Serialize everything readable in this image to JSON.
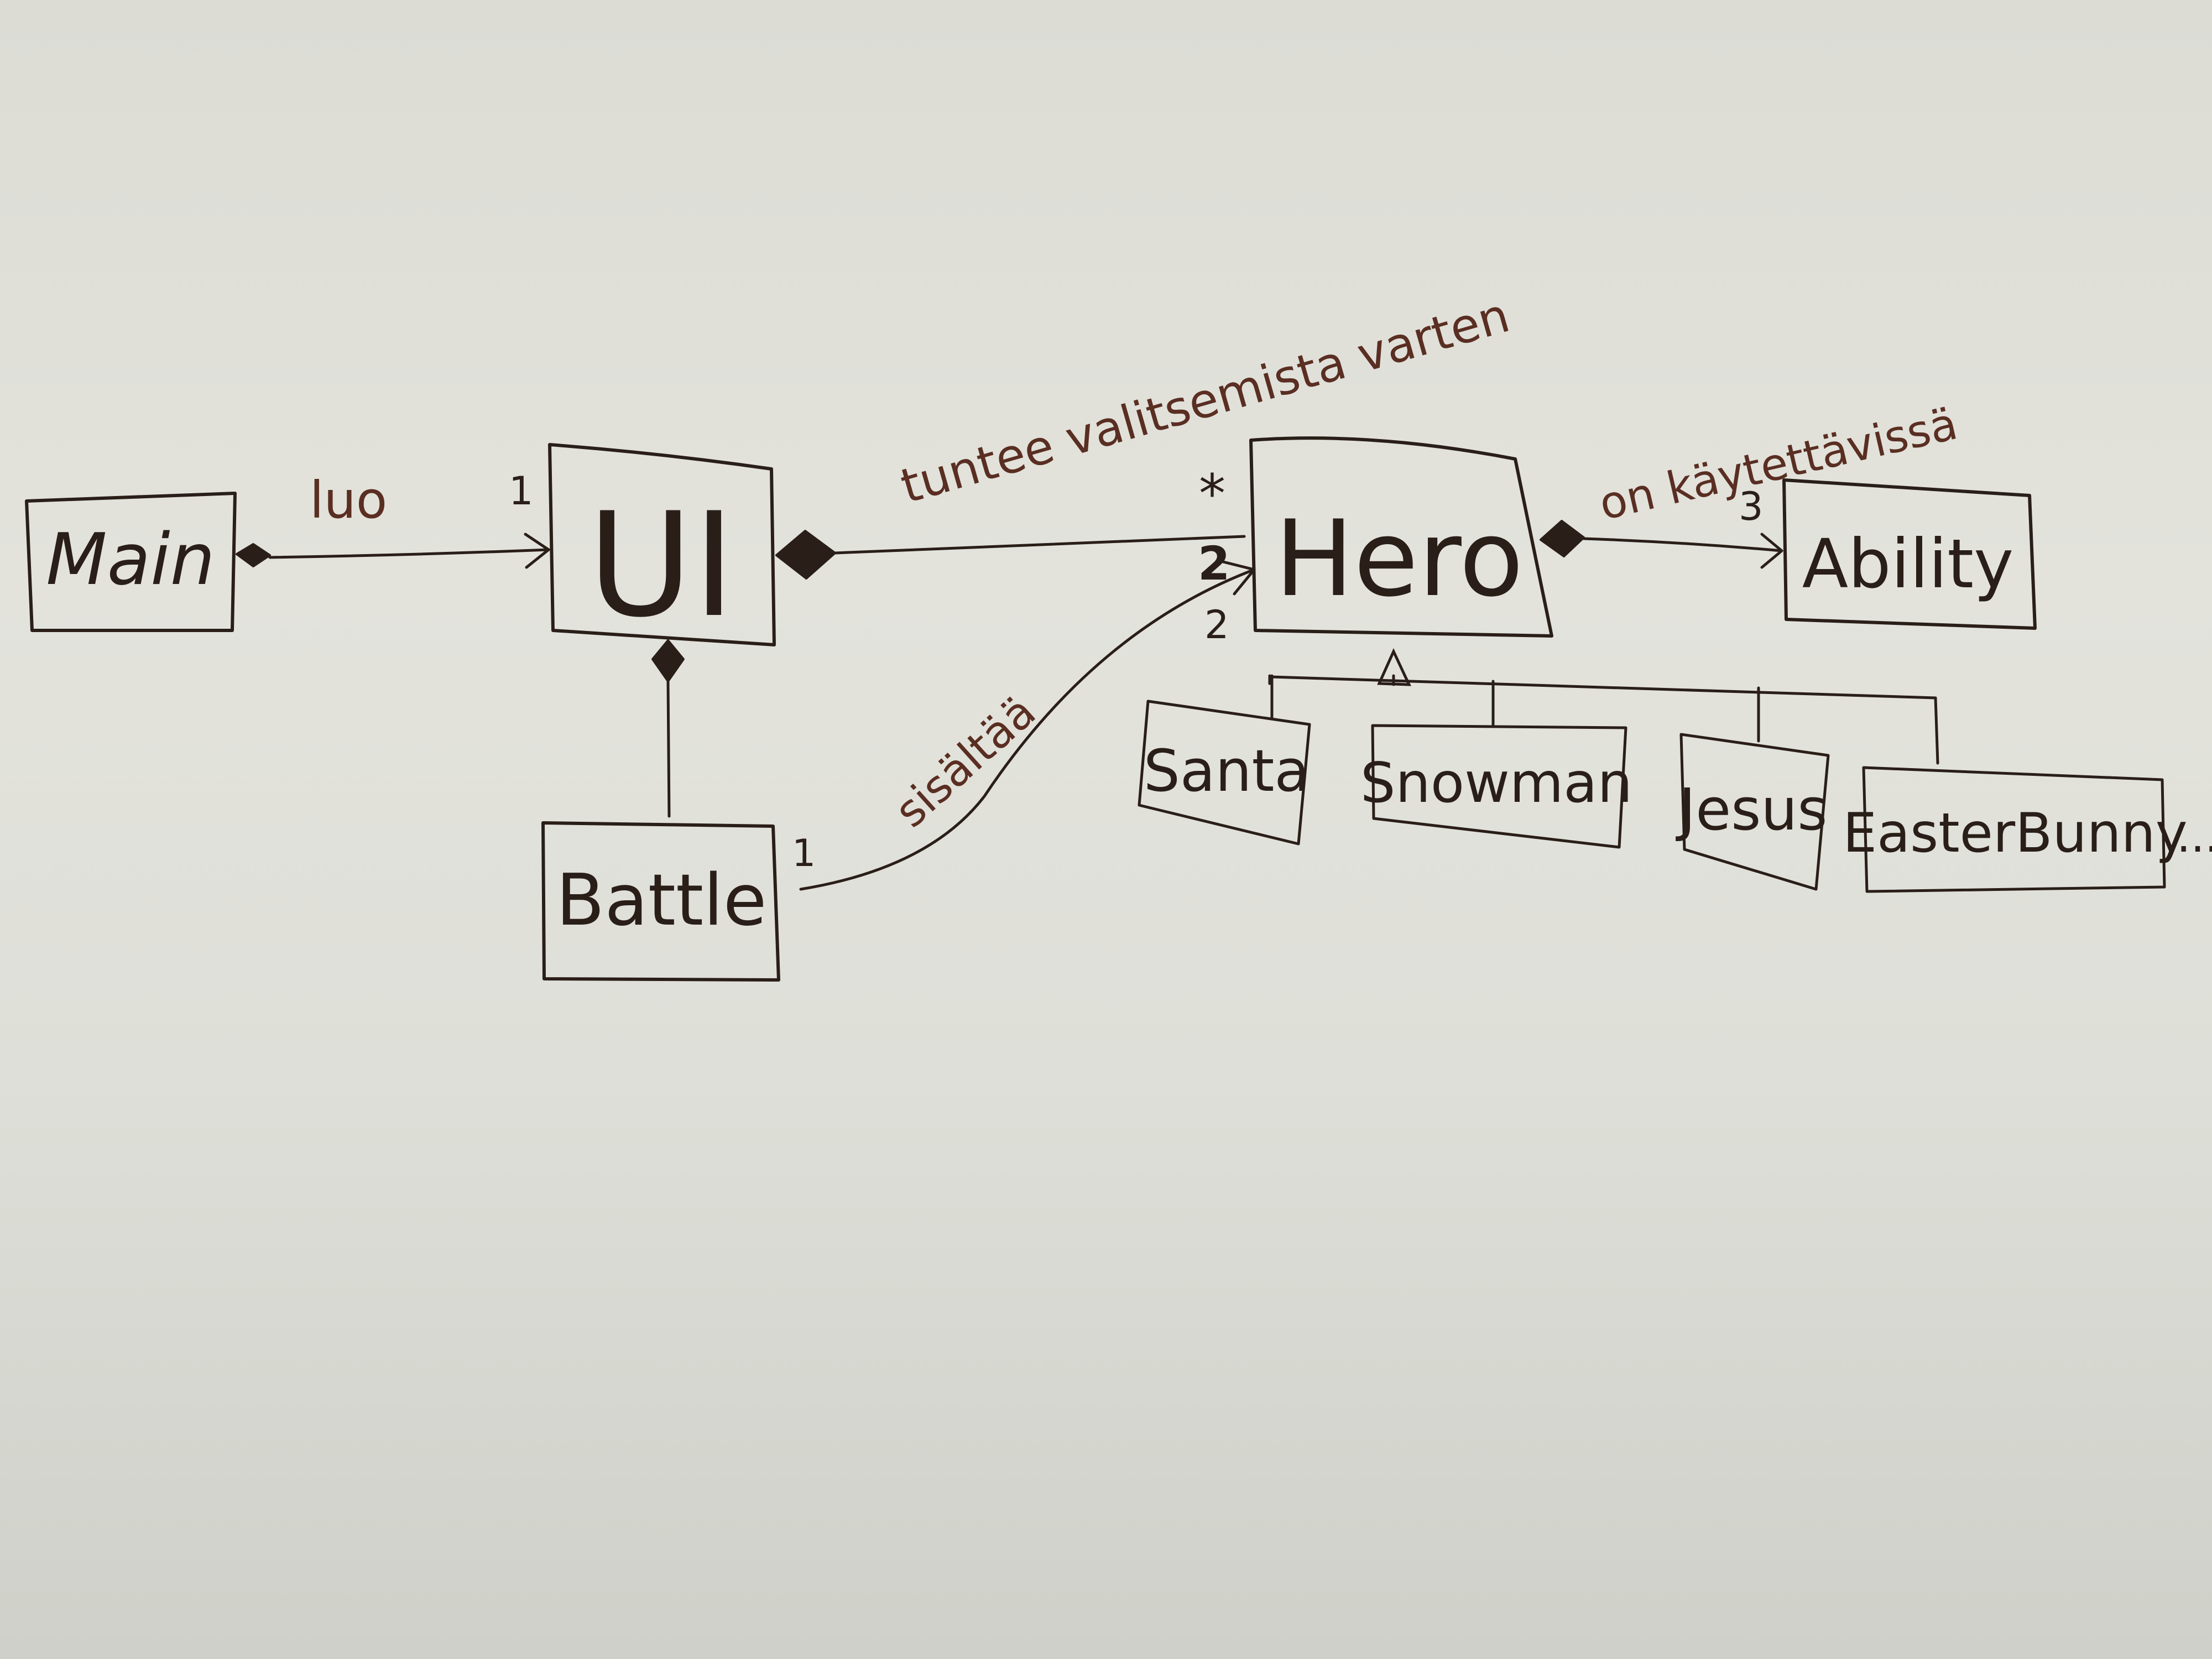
{
  "classes": {
    "main": "Main",
    "ui": "UI",
    "hero": "Hero",
    "ability": "Ability",
    "battle": "Battle",
    "santa": "Santa",
    "snowman": "Snowman",
    "jesus": "Jesus",
    "easter_bunny": "EasterBunny",
    "ellipsis": "..."
  },
  "labels": {
    "main_ui": "luo",
    "ui_hero": "tuntee valitsemista varten",
    "hero_ability": "on käytettävissä",
    "battle_hero": "sisältää"
  },
  "multiplicities": {
    "ui_from_main": "1",
    "hero_from_ui": "*",
    "hero_from_battle_a": "2",
    "hero_from_battle_b": "2",
    "ability_from_hero": "3",
    "battle_end": "1"
  }
}
